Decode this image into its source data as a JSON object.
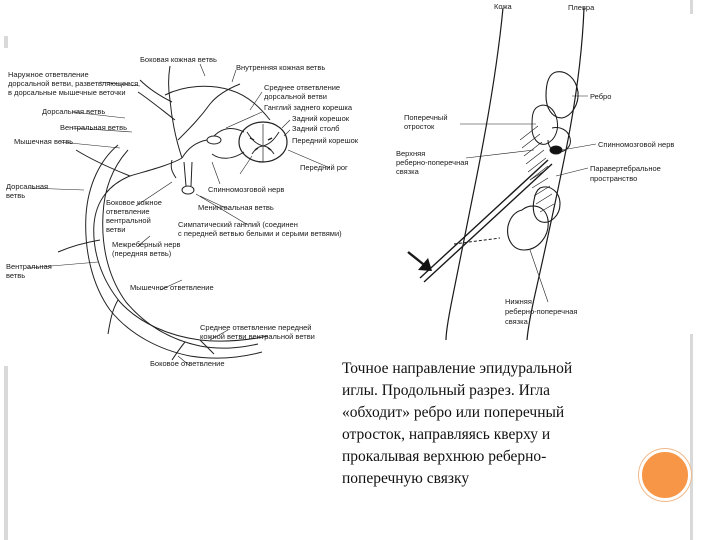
{
  "left_diagram": {
    "labels": {
      "lateral_cutaneous_branch": "Боковая кожная ветвь",
      "internal_cutaneous_branch": "Внутренняя кожная ветвь",
      "external_branch_1": "Наружное ответвление",
      "external_branch_2": "дорсальной ветви, разветвляющееся",
      "external_branch_3": "в дорсальные мышечные веточки",
      "middle_branch_1": "Среднее ответвление",
      "middle_branch_2": "дорсальной ветви",
      "dorsal_root_ganglion": "Ганглий заднего корешка",
      "dorsal_branch": "Дорсальная ветвь",
      "dorsal_root": "Задний корешок",
      "ventral_branch": "Вентральная ветвь",
      "dorsal_horn": "Задний столб",
      "muscular_branch": "Мышечная ветвь",
      "ventral_root": "Передний корешок",
      "ventral_horn": "Передний рог",
      "spinal_nerve": "Спинномозговой нерв",
      "dorsal_branch_side_1": "Дорсальная",
      "dorsal_branch_side_2": "ветвь",
      "lateral_cutaneous_ventral_1": "Боковое кожное",
      "lateral_cutaneous_ventral_2": "ответвление",
      "lateral_cutaneous_ventral_3": "вентральной",
      "lateral_cutaneous_ventral_4": "ветви",
      "meningeal_branch": "Менингеальная ветвь",
      "sympathetic_ganglion_1": "Симпатический ганглий (соединен",
      "sympathetic_ganglion_2": "с передней ветвью белыми и серыми ветвями)",
      "intercostal_nerve_1": "Межреберный нерв",
      "intercostal_nerve_2": "(передняя ветвь)",
      "ventral_branch_side_1": "Вентральная",
      "ventral_branch_side_2": "ветвь",
      "muscular_offshoot": "Мышечное ответвление",
      "middle_offshoot_1": "Среднее ответвление передней",
      "middle_offshoot_2": "кожной ветви вентральной ветви",
      "lateral_offshoot": "Боковое ответвление"
    }
  },
  "right_diagram": {
    "labels": {
      "skin": "Кожа",
      "pleura": "Плевра",
      "rib": "Ребро",
      "transverse_process_1": "Поперечный",
      "transverse_process_2": "отросток",
      "spinal_nerve": "Спинномозговой нерв",
      "upper_ligament_1": "Верхняя",
      "upper_ligament_2": "реберно-поперечная",
      "upper_ligament_3": "связка",
      "paravertebral_1": "Паравертебральное",
      "paravertebral_2": "пространство",
      "lower_ligament_1": "Нижняя",
      "lower_ligament_2": "реберно-поперечная",
      "lower_ligament_3": "связка"
    }
  },
  "caption": "Точное направление эпидуральной\nиглы. Продольный разрез. Игла\n«обходит» ребро или поперечный\nотросток, направляясь кверху и\nпрокалывая верхнюю реберно-\nпоперечную связку",
  "colors": {
    "accent_circle": "#f79646",
    "frame_lines": "#d9d9d9"
  }
}
